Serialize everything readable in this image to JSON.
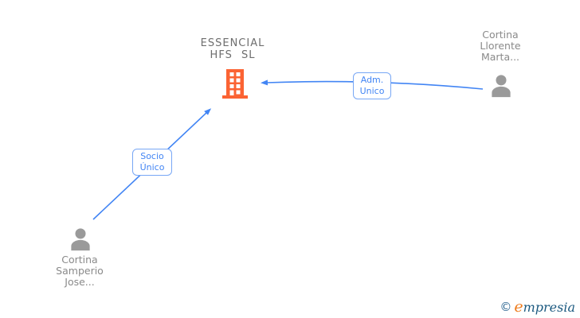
{
  "company": {
    "line1": "ESSENCIAL",
    "line2": "HFS SL",
    "full_name": "ESSENCIAL HFS SL"
  },
  "person_right": {
    "line1": "Cortina",
    "line2": "Llorente",
    "line3": "Marta...",
    "full_name": "Cortina Llorente Marta..."
  },
  "person_left": {
    "line1": "Cortina",
    "line2": "Samperio",
    "line3": "Jose...",
    "full_name": "Cortina Samperio Jose..."
  },
  "edge_socio": {
    "line1": "Socio",
    "line2": "Único",
    "label": "Socio Único",
    "from": "Cortina Samperio Jose...",
    "to": "ESSENCIAL HFS SL"
  },
  "edge_adm": {
    "line1": "Adm.",
    "line2": "Unico",
    "label": "Adm. Unico",
    "from": "Cortina Llorente Marta...",
    "to": "ESSENCIAL HFS SL"
  },
  "logo": {
    "copyright_symbol": "©",
    "brand_initial": "e",
    "brand_rest": "mpresia"
  },
  "colors": {
    "arrow_blue": "#4285f4",
    "edge_label_border": "#78a7f5",
    "building_orange": "#fb6333",
    "person_gray": "#9a9a9a",
    "name_text_gray": "#8a8a8a",
    "company_title_gray": "#6e6e6e",
    "logo_navy": "#1c5a80",
    "logo_orange": "#ee7c1e"
  }
}
